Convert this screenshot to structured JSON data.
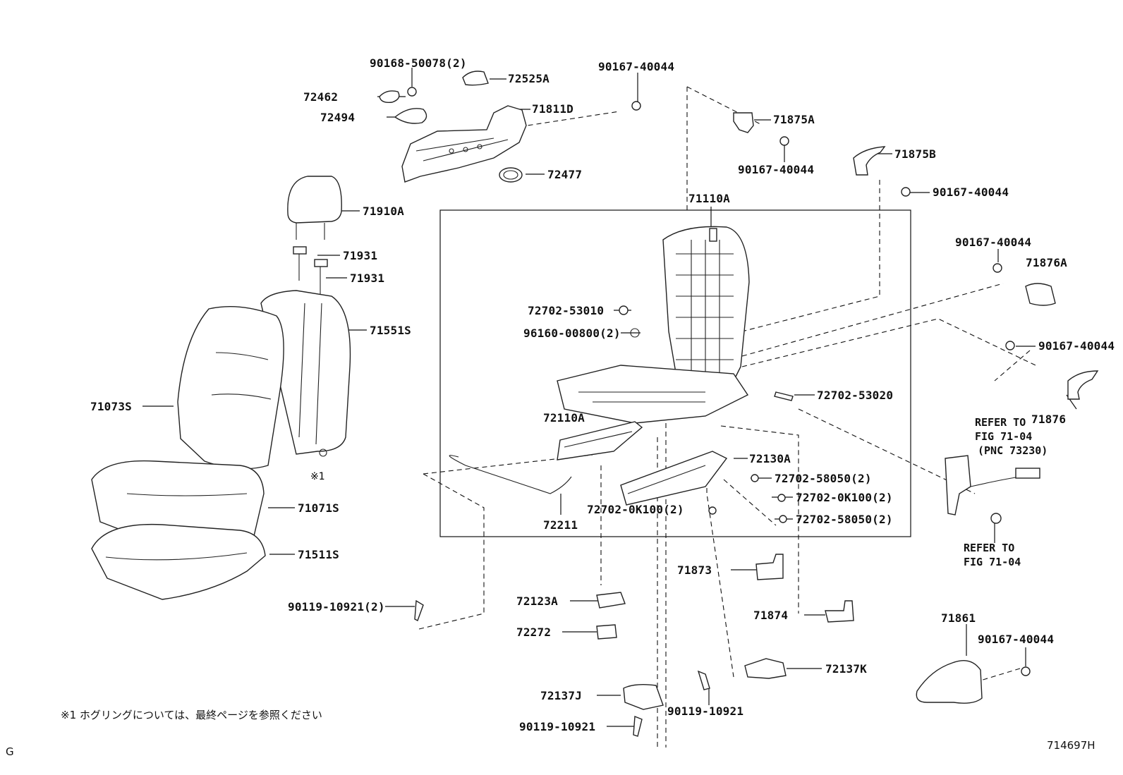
{
  "parts": [
    {
      "id": "p-90168-50078",
      "text": "90168-50078(2)"
    },
    {
      "id": "p-72525A",
      "text": "72525A"
    },
    {
      "id": "p-90167-40044-a",
      "text": "90167-40044"
    },
    {
      "id": "p-72462",
      "text": "72462"
    },
    {
      "id": "p-72494",
      "text": "72494"
    },
    {
      "id": "p-71811D",
      "text": "71811D"
    },
    {
      "id": "p-72477",
      "text": "72477"
    },
    {
      "id": "p-71875A",
      "text": "71875A"
    },
    {
      "id": "p-90167-40044-b",
      "text": "90167-40044"
    },
    {
      "id": "p-71875B",
      "text": "71875B"
    },
    {
      "id": "p-90167-40044-c",
      "text": "90167-40044"
    },
    {
      "id": "p-71910A",
      "text": "71910A"
    },
    {
      "id": "p-71110A",
      "text": "71110A"
    },
    {
      "id": "p-71931-a",
      "text": "71931"
    },
    {
      "id": "p-71931-b",
      "text": "71931"
    },
    {
      "id": "p-90167-40044-d",
      "text": "90167-40044"
    },
    {
      "id": "p-71876A",
      "text": "71876A"
    },
    {
      "id": "p-71551S",
      "text": "71551S"
    },
    {
      "id": "p-72702-53010",
      "text": "72702-53010"
    },
    {
      "id": "p-96160-00800",
      "text": "96160-00800(2)"
    },
    {
      "id": "p-90167-40044-e",
      "text": "90167-40044"
    },
    {
      "id": "p-71073S",
      "text": "71073S"
    },
    {
      "id": "p-72702-53020",
      "text": "72702-53020"
    },
    {
      "id": "p-72110A",
      "text": "72110A"
    },
    {
      "id": "p-71876",
      "text": "71876"
    },
    {
      "id": "p-72130A",
      "text": "72130A"
    },
    {
      "id": "p-72702-58050-a",
      "text": "72702-58050(2)"
    },
    {
      "id": "p-72702-0K100-a",
      "text": "72702-0K100(2)"
    },
    {
      "id": "p-72702-0K100-b",
      "text": "72702-0K100(2)"
    },
    {
      "id": "p-72702-58050-b",
      "text": "72702-58050(2)"
    },
    {
      "id": "p-71071S",
      "text": "71071S"
    },
    {
      "id": "p-72211",
      "text": "72211"
    },
    {
      "id": "p-71511S",
      "text": "71511S"
    },
    {
      "id": "p-71873",
      "text": "71873"
    },
    {
      "id": "p-72123A",
      "text": "72123A"
    },
    {
      "id": "p-90119-10921-a",
      "text": "90119-10921(2)"
    },
    {
      "id": "p-71874",
      "text": "71874"
    },
    {
      "id": "p-71861",
      "text": "71861"
    },
    {
      "id": "p-72272",
      "text": "72272"
    },
    {
      "id": "p-90167-40044-f",
      "text": "90167-40044"
    },
    {
      "id": "p-72137K",
      "text": "72137K"
    },
    {
      "id": "p-72137J",
      "text": "72137J"
    },
    {
      "id": "p-90119-10921-b",
      "text": "90119-10921"
    },
    {
      "id": "p-90119-10921-c",
      "text": "90119-10921"
    }
  ],
  "refer_top": [
    "REFER TO",
    "FIG 71-04",
    "(PNC 73230)"
  ],
  "refer_bottom": [
    "REFER TO",
    "FIG 71-04"
  ],
  "note_mark": "※1",
  "footnote": "※1  ホグリングについては、最終ページを参照ください",
  "sheet_letter": "G",
  "diagram_id": "714697H"
}
